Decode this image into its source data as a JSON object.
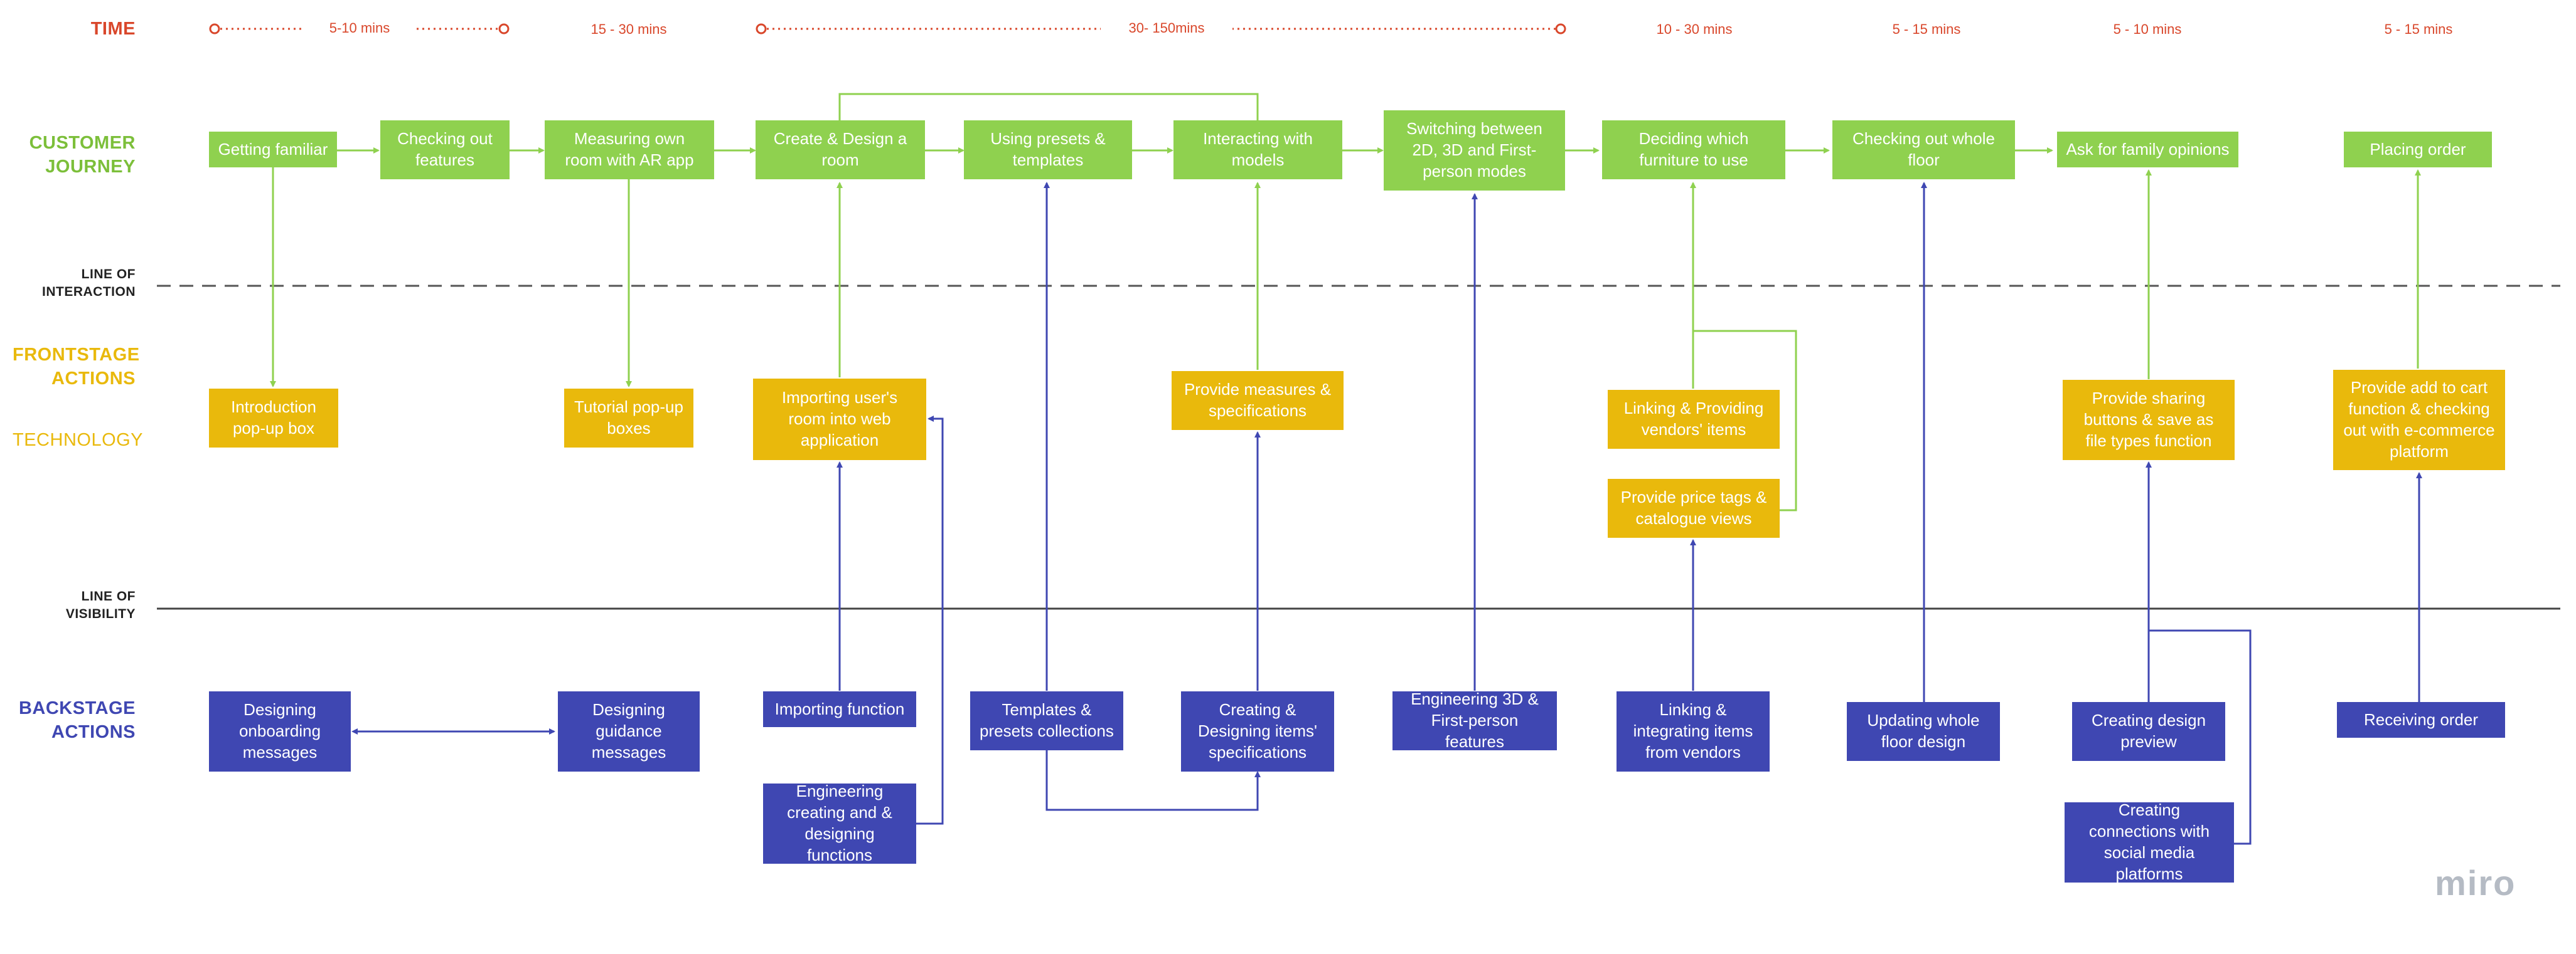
{
  "lanes": {
    "time": "TIME",
    "customer_journey": [
      "CUSTOMER",
      "JOURNEY"
    ],
    "line_of_interaction": [
      "LINE OF",
      "INTERACTION"
    ],
    "frontstage": [
      "FRONTSTAGE",
      "ACTIONS"
    ],
    "technology": "TECHNOLOGY",
    "line_of_visibility": [
      "LINE OF",
      "VISIBILITY"
    ],
    "backstage": [
      "BACKSTAGE",
      "ACTIONS"
    ]
  },
  "time": [
    "5-10 mins",
    "15 - 30 mins",
    "30- 150mins",
    "10 - 30 mins",
    "5 - 15 mins",
    "5 - 10 mins",
    "5 - 15 mins"
  ],
  "journey": [
    "Getting familiar",
    "Checking out features",
    "Measuring own room with AR app",
    "Create & Design a room",
    "Using presets & templates",
    "Interacting with models",
    "Switching between 2D, 3D and First-person modes",
    "Deciding which furniture to use",
    "Checking out whole floor",
    "Ask for family opinions",
    "Placing order"
  ],
  "frontstage": [
    "Introduction pop-up box",
    "Tutorial pop-up boxes",
    "Importing user's room into web application",
    "Provide measures & specifications",
    "Linking & Providing vendors' items",
    "Provide price tags & catalogue views",
    "Provide sharing buttons & save as file types function",
    "Provide add to cart function & checking out with e-commerce platform"
  ],
  "backstage": [
    "Designing onboarding messages",
    "Designing guidance messages",
    "Importing function",
    "Engineering creating and & designing functions",
    "Templates & presets collections",
    "Creating & Designing items' specifications",
    "Engineering 3D & First-person features",
    "Linking & integrating items from vendors",
    "Updating whole floor design",
    "Creating design preview",
    "Creating connections with social media platforms",
    "Receiving order"
  ],
  "logo": "miro",
  "colors": {
    "time": "#d9472b",
    "journey": "#8fd14f",
    "frontstage": "#e9b90c",
    "backstage": "#3f47b2",
    "divider": "#555555"
  }
}
